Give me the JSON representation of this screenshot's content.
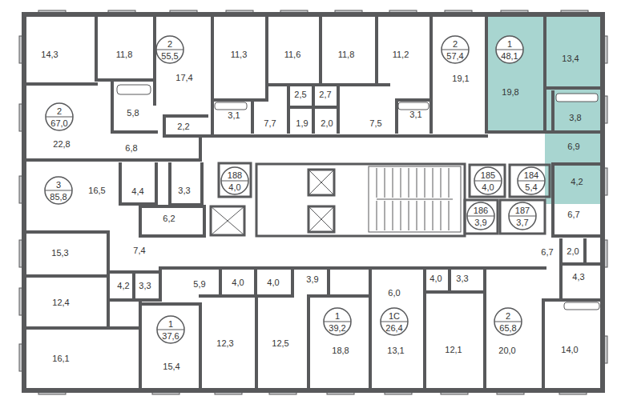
{
  "diagram": {
    "nodes": [
      {
        "text": [
          "2",
          "55,5"
        ]
      },
      {
        "text": [
          "2",
          "57,4"
        ]
      },
      {
        "text": [
          "1",
          "48,1"
        ]
      },
      {
        "text": [
          "2",
          "67,0"
        ]
      },
      {
        "text": [
          "188",
          "4,0"
        ]
      },
      {
        "text": [
          "185",
          "4,0"
        ]
      },
      {
        "text": [
          "184",
          "5,4"
        ]
      },
      {
        "text": [
          "3",
          "85,8"
        ]
      },
      {
        "text": [
          "186",
          "3,9"
        ]
      },
      {
        "text": [
          "187",
          "3,7"
        ]
      },
      {
        "text": [
          "1",
          "37,6"
        ]
      },
      {
        "text": [
          "1",
          "39,2"
        ]
      },
      {
        "text": [
          "1С",
          "26,4"
        ]
      },
      {
        "text": [
          "2",
          "65,8"
        ]
      }
    ],
    "labels": [
      "14,3",
      "11,8",
      "17,4",
      "11,3",
      "11,6",
      "11,8",
      "11,2",
      "19,1",
      "19,8",
      "13,4",
      "2,5",
      "2,7",
      "5,8",
      "3,1",
      "3,1",
      "3,8",
      "2,2",
      "7,7",
      "1,9",
      "2,0",
      "7,5",
      "22,8",
      "6,8",
      "6,9",
      "4,2",
      "16,5",
      "4,4",
      "3,3",
      "6,7",
      "6,2",
      "7,4",
      "15,3",
      "6,7",
      "2,0",
      "4,3",
      "3,9",
      "4,0",
      "3,3",
      "4,0",
      "4,0",
      "5,9",
      "4,2",
      "3,3",
      "6,0",
      "12,4",
      "12,3",
      "12,5",
      "14,0",
      "12,1",
      "18,8",
      "13,1",
      "20,0",
      "16,1",
      "15,4"
    ]
  }
}
